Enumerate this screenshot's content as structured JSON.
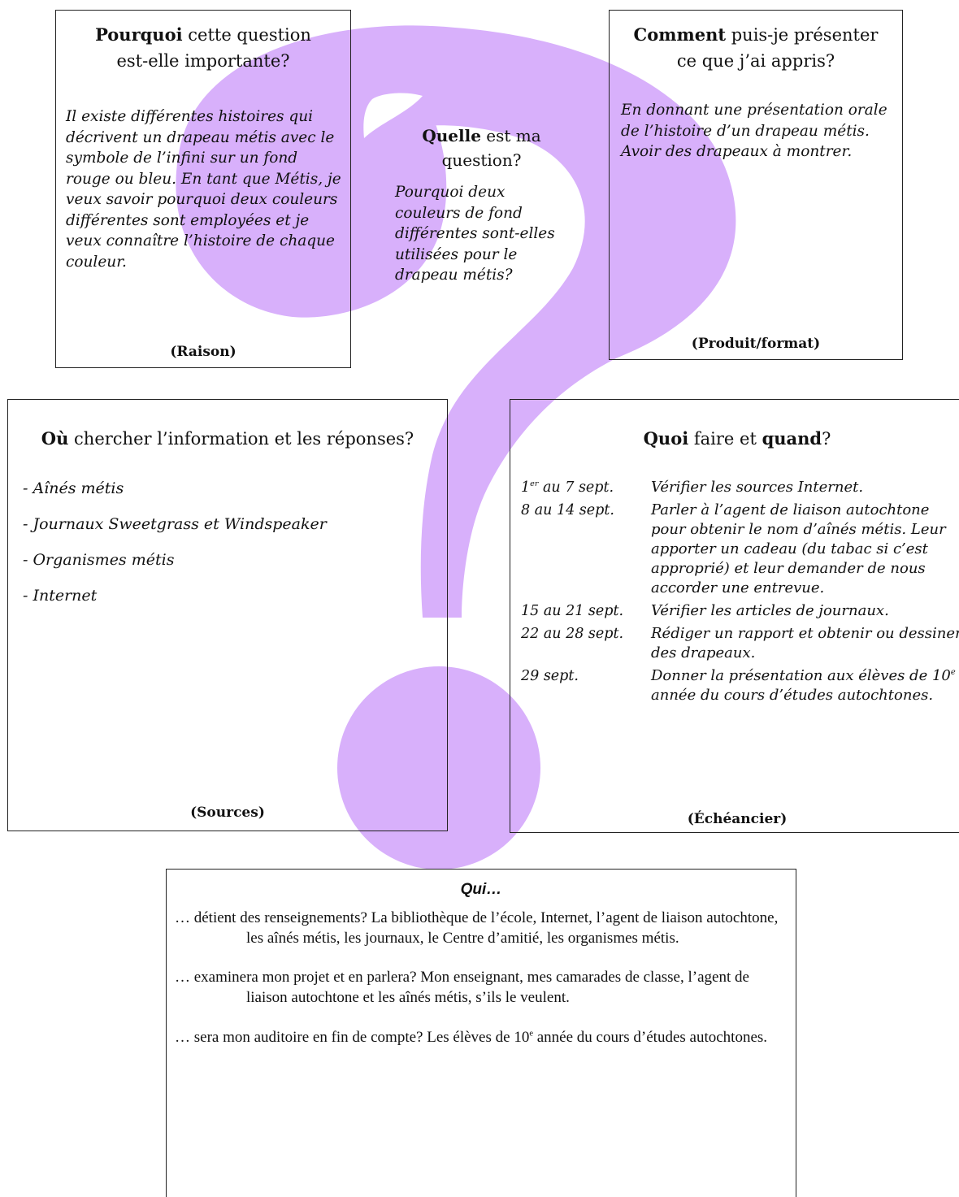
{
  "colors": {
    "question_mark": "#d8b0fb",
    "border": "#222222"
  },
  "icons": {
    "background": "question-mark-icon"
  },
  "raison": {
    "heading_bold": "Pourquoi",
    "heading_rest_1": " cette question",
    "heading_line2": "est-elle importante?",
    "body": "Il existe différentes histoires qui décrivent un drapeau métis avec le symbole de l’infini sur un fond rouge ou bleu. En tant que Métis, je veux savoir pourquoi deux couleurs différentes sont employées et je veux connaître l’histoire de chaque couleur.",
    "footer": "(Raison)"
  },
  "question": {
    "heading_bold": "Quelle",
    "heading_rest_1": " est ma",
    "heading_line2": "question?",
    "body": "Pourquoi deux couleurs de fond différentes sont-elles utilisées pour le drapeau métis?"
  },
  "produit": {
    "heading_bold": "Comment",
    "heading_rest_1": " puis-je présenter",
    "heading_line2": "ce que j’ai appris?",
    "body": "En donnant une présentation orale de l’histoire d’un drapeau métis. Avoir des drapeaux à montrer.",
    "footer": "(Produit/format)"
  },
  "sources": {
    "heading_bold": "Où",
    "heading_rest": " chercher l’information et les réponses?",
    "items": [
      "- Aînés métis",
      "- Journaux Sweetgrass et Windspeaker",
      "- Organismes métis",
      "- Internet"
    ],
    "footer": "(Sources)"
  },
  "echeancier": {
    "heading_bold_1": "Quoi",
    "heading_mid": " faire et ",
    "heading_bold_2": "quand",
    "heading_end": "?",
    "rows": [
      {
        "date_main": "1",
        "date_sup": "er",
        "date_rest": " au 7 sept.",
        "task_main": "Vérifier les sources Internet.",
        "task_sup": "",
        "task_rest": ""
      },
      {
        "date_main": "8 au 14 sept.",
        "date_sup": "",
        "date_rest": "",
        "task_main": "Parler à l’agent de liaison autochtone pour obtenir le nom d’aînés métis. Leur apporter un cadeau (du tabac si c’est approprié) et leur demander de nous accorder une entrevue.",
        "task_sup": "",
        "task_rest": ""
      },
      {
        "date_main": "15 au 21 sept.",
        "date_sup": "",
        "date_rest": "",
        "task_main": "Vérifier les articles de journaux.",
        "task_sup": "",
        "task_rest": ""
      },
      {
        "date_main": "22 au 28 sept.",
        "date_sup": "",
        "date_rest": "",
        "task_main": "Rédiger un rapport et obtenir ou dessiner des drapeaux.",
        "task_sup": "",
        "task_rest": ""
      },
      {
        "date_main": "29 sept.",
        "date_sup": "",
        "date_rest": "",
        "task_main": "Donner la présentation aux élèves de 10",
        "task_sup": "e",
        "task_rest": " année du cours d’études autochtones."
      }
    ],
    "footer": "(Échéancier)"
  },
  "qui": {
    "title": "Qui…",
    "items": [
      {
        "main": "… détient des renseignements? La bibliothèque de l’école, Internet, l’agent de liaison autochtone, les aînés métis, les journaux, le Centre d’amitié, les organismes métis.",
        "sup": "",
        "rest": ""
      },
      {
        "main": "… examinera mon projet et en parlera? Mon enseignant, mes camarades de classe, l’agent de liaison autochtone et les aînés métis, s’ils le veulent.",
        "sup": "",
        "rest": ""
      },
      {
        "main": "… sera mon auditoire en fin de compte? Les élèves de 10",
        "sup": "e",
        "rest": " année du cours d’études autochtones."
      }
    ]
  }
}
